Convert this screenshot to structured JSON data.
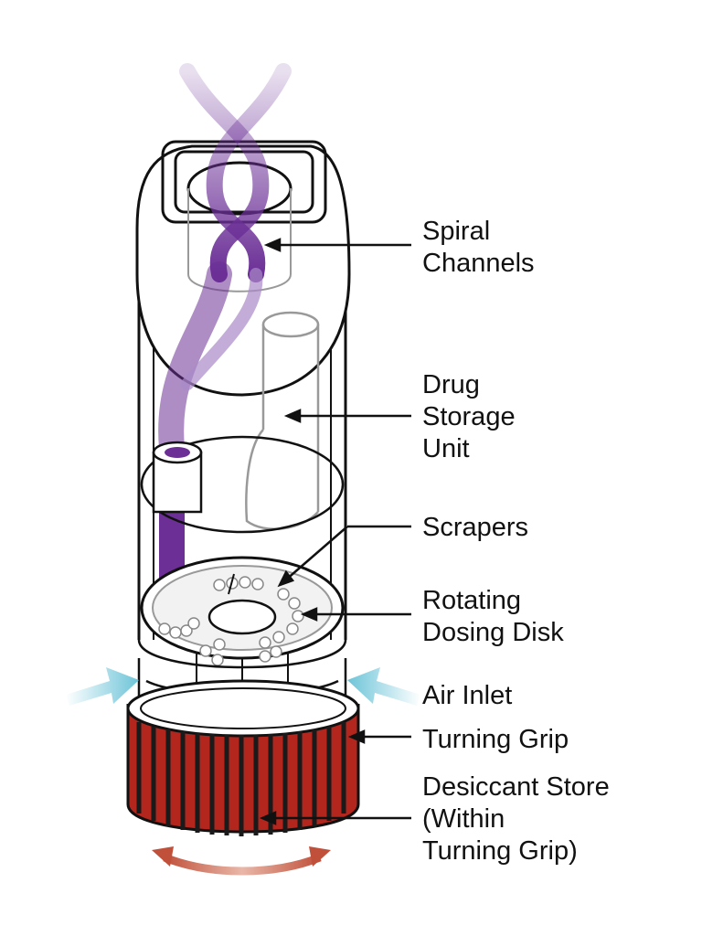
{
  "labels": {
    "spiral_channels": "Spiral\nChannels",
    "drug_storage": "Drug\nStorage\nUnit",
    "scrapers": "Scrapers",
    "dosing_disk": "Rotating\nDosing Disk",
    "air_inlet": "Air Inlet",
    "turning_grip": "Turning Grip",
    "desiccant": "Desiccant Store\n(Within\nTurning Grip)"
  },
  "colors": {
    "outline": "#111111",
    "spiral_purple": "#6b2f96",
    "spiral_light": "#a98ac8",
    "grip_red": "#b3261e",
    "grip_dark": "#1a1a1a",
    "air_arrow": "#6cc4d8",
    "rotate_arrow": "#c0503a"
  },
  "icons": [
    "air-inlet-arrow-icon",
    "rotation-arrow-icon"
  ]
}
